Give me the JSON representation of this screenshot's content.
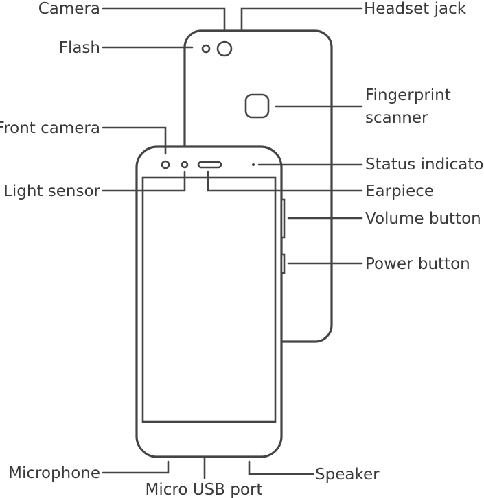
{
  "labels": {
    "camera": "Camera",
    "headset_jack": "Headset jack",
    "flash": "Flash",
    "fingerprint_line1": "Fingerprint",
    "fingerprint_line2": "scanner",
    "front_camera": "Front camera",
    "status_indicator": "Status indicator",
    "light_sensor": "Light sensor",
    "earpiece": "Earpiece",
    "volume_button": "Volume button",
    "power_button": "Power button",
    "microphone": "Microphone",
    "speaker": "Speaker",
    "micro_usb_port": "Micro USB port"
  },
  "colors": {
    "line": "#444444",
    "text": "#3a3a3a",
    "background": "#ffffff"
  }
}
